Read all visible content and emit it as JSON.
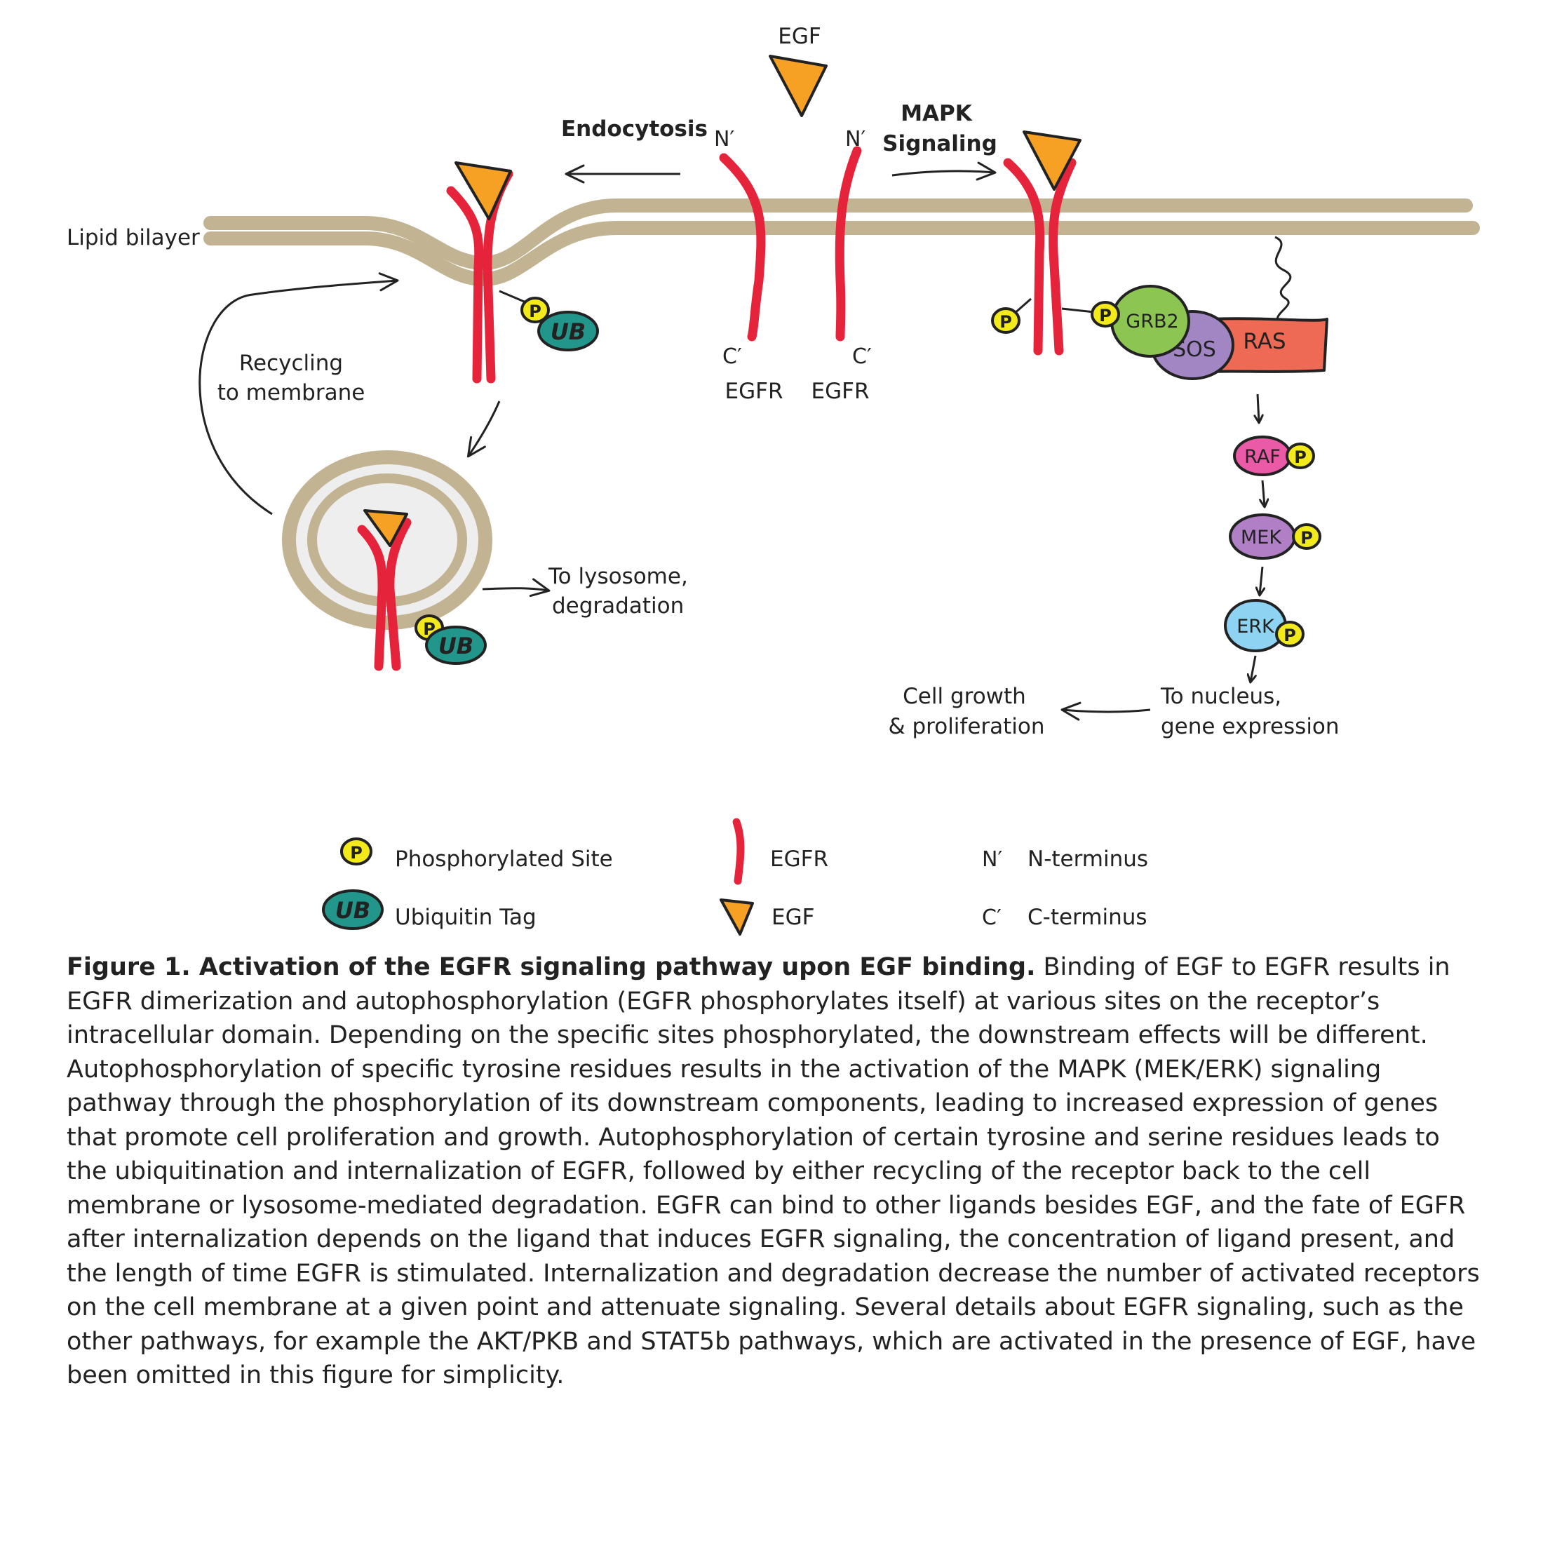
{
  "labels": {
    "egf_top": "EGF",
    "endocytosis": "Endocytosis",
    "mapk_line1": "MAPK",
    "mapk_line2": "Signaling",
    "n_term": "N′",
    "c_term": "C′",
    "egfr": "EGFR",
    "lipid_bilayer": "Lipid bilayer",
    "recycling_line1": "Recycling",
    "recycling_line2": "to membrane",
    "lysosome_line1": "To lysosome,",
    "lysosome_line2": "degradation",
    "nucleus_line1": "To nucleus,",
    "nucleus_line2": "gene expression",
    "growth_line1": "Cell growth",
    "growth_line2": "& proliferation",
    "p": "P",
    "ub": "UB",
    "grb2": "GRB2",
    "sos": "SOS",
    "ras": "RAS",
    "raf": "RAF",
    "mek": "MEK",
    "erk": "ERK"
  },
  "legend": {
    "phosphorylated": "Phosphorylated Site",
    "ubiquitin": "Ubiquitin Tag",
    "egfr": "EGFR",
    "egf": "EGF",
    "n_symbol": "N′",
    "n_text": "N-terminus",
    "c_symbol": "C′",
    "c_text": "C-terminus"
  },
  "caption": {
    "title": "Figure 1. Activation of the EGFR signaling pathway upon EGF binding.",
    "body": "Binding of EGF to EGFR results in EGFR dimerization and autophosphorylation (EGFR phosphorylates itself) at various sites on the receptor’s intracellular domain. Depending on the specific sites phosphorylated, the downstream effects will be different. Autophosphoryla­tion of specific tyrosine residues results in the activation of the MAPK (MEK/ERK) signaling pathway through the phos­phorylation of its downstream components, leading to increased expression of genes that promote cell proliferation and growth. Autophosphorylation of certain tyrosine and serine residues leads to the ubiquitination and internalization of EGFR, followed by either recycling of the receptor back to the cell membrane or lysosome-mediated degradation. EGFR can bind to other ligands besides EGF, and the fate of EGFR after internalization depends on the ligand that induc­es EGFR signaling, the concentration of ligand present, and the length of time EGFR is stimulated. Internalization and degradation decrease the number of activated receptors on the cell membrane at a given point and attenuate signaling. Several details about EGFR signaling, such as the other pathways, for example the AKT/PKB and STAT5b pathways, which are activated in the presence of EGF, have been omitted in this figure for simplicity."
  },
  "colors": {
    "membrane": "#c2b392",
    "egfr": "#e5243b",
    "egf": "#f6a124",
    "phospho": "#f3ea1c",
    "ubiquitin": "#23968c",
    "grb2": "#8dc553",
    "sos": "#a286c4",
    "ras": "#ef6a55",
    "raf": "#ea5aa6",
    "mek": "#b07fc5",
    "erk": "#8fd3f2"
  }
}
